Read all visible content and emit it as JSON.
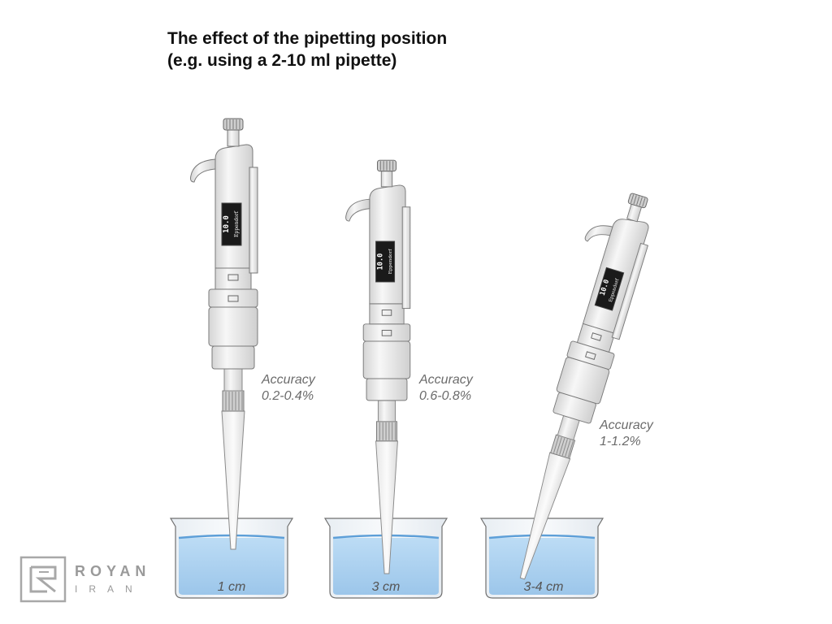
{
  "title": {
    "line1": "The effect of the pipetting position",
    "line2": "(e.g. using a 2-10 ml pipette)"
  },
  "pipettes": [
    {
      "display_value": "10.0",
      "display_brand": "Eppendorf",
      "accuracy_label": "Accuracy",
      "accuracy_value": "0.2-0.4%",
      "depth_label": "1 cm"
    },
    {
      "display_value": "10.0",
      "display_brand": "Eppendorf",
      "accuracy_label": "Accuracy",
      "accuracy_value": "0.6-0.8%",
      "depth_label": "3 cm"
    },
    {
      "display_value": "10.0",
      "display_brand": "Eppendorf",
      "accuracy_label": "Accuracy",
      "accuracy_value": "1-1.2%",
      "depth_label": "3-4 cm"
    }
  ],
  "logo": {
    "line1": "ROYAN",
    "line2": "IRAN"
  },
  "colors": {
    "liquid": "#a9cfee",
    "liquid_surface": "#5d9fd8",
    "pipette_body": "#ececec",
    "pipette_outline": "#7a7a7a",
    "display": "#1a1a1a"
  }
}
